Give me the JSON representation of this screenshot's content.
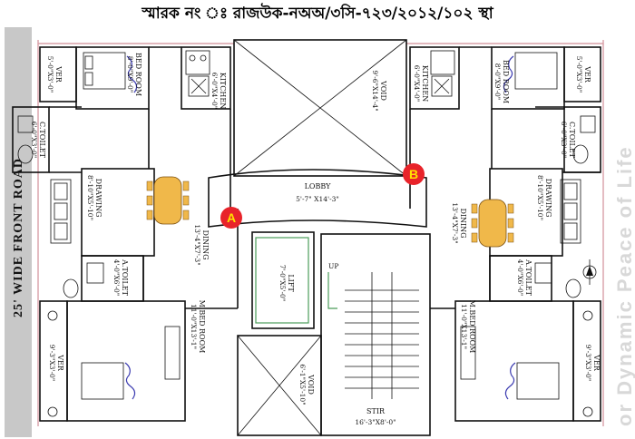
{
  "header": {
    "memo": "স্মারক নং ঃ রাজউক-নঅঅ/৩সি-৭২৩/২০১২/১০২ স্থা"
  },
  "road_label": "25' WIDE FRONT ROAD",
  "watermark": "or Dynamic Peace of Life",
  "units": {
    "a": {
      "badge": "A"
    },
    "b": {
      "badge": "B"
    }
  },
  "rooms": {
    "ver_tl": {
      "name": "VER",
      "dim": "5'-0\"X3'-0\""
    },
    "bed_l": {
      "name": "BED ROOM",
      "dim": "8'-0\"X9'-0\""
    },
    "kitchen_l": {
      "name": "KITCHEN",
      "dim": "6'-0\"X4'-0\""
    },
    "ctoilet_l": {
      "name": "C.TOILET",
      "dim": "6'-0\"X3'-0\""
    },
    "drawing_l": {
      "name": "DRAWING",
      "dim": "8'-10\"X5'-10\""
    },
    "dining_l": {
      "name": "DINING",
      "dim": "13'-4\"X7'-3\""
    },
    "atoilet_l": {
      "name": "A.TOILET",
      "dim": "4'-0\"X6'-0\""
    },
    "mbed_l": {
      "name": "M.BED ROOM",
      "dim": "11'-0\"X13'-1\""
    },
    "ver_bl": {
      "name": "VER",
      "dim": "9'-3\"X3'-0\""
    },
    "void_top": {
      "name": "VOID",
      "dim": "9'-6\"X14'-4\""
    },
    "lobby": {
      "name": "LOBBY",
      "dim": "5'-7\" X14'-3\""
    },
    "lift": {
      "name": "LIFT",
      "dim": "7'-0\"X5'-0\""
    },
    "void_bot": {
      "name": "VOID",
      "dim": "6'-1\"X5'-10\""
    },
    "stair": {
      "name": "STIR",
      "dim": "16'-3\"X8'-0\""
    },
    "stair_up": {
      "name": "UP"
    },
    "kitchen_r": {
      "name": "KITCHEN",
      "dim": "6'-0\"X4'-0\""
    },
    "bed_r": {
      "name": "BED ROOM",
      "dim": "8'-0\"X9'-0\""
    },
    "ver_tr": {
      "name": "VER",
      "dim": "5'-0\"X3'-0\""
    },
    "ctoilet_r": {
      "name": "C.TOILET",
      "dim": "6'-0\"X3'-0\""
    },
    "drawing_r": {
      "name": "DRAWING",
      "dim": "8'-10\"X5'-10\""
    },
    "dining_r": {
      "name": "DINING",
      "dim": "13'-4\"X7'-3\""
    },
    "atoilet_r": {
      "name": "A.TOILET",
      "dim": "4'-0\"X6'-0\""
    },
    "mbed_r": {
      "name": "M.BED ROOM",
      "dim": "11'-0\"X13'-1\""
    },
    "ver_br": {
      "name": "VER",
      "dim": "9'-3\"X3'-0\""
    }
  },
  "colors": {
    "badge": "#e8232a",
    "badge_text": "#ffe100",
    "road": "#c8c8c8",
    "accent_line": "#d9a0a8",
    "table": "#f0b84a"
  }
}
